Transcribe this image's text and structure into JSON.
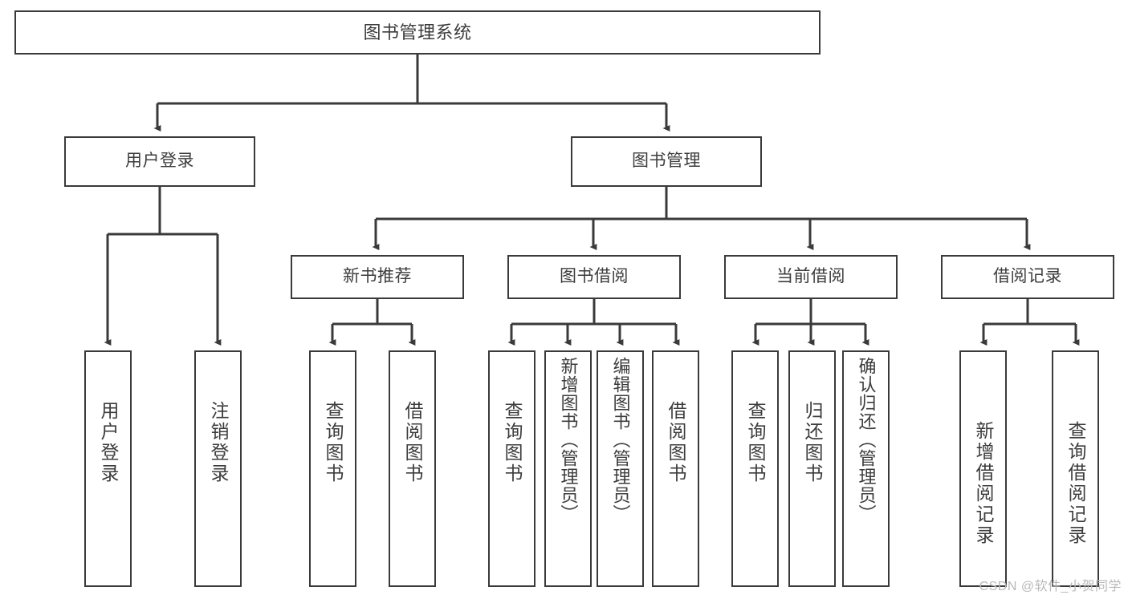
{
  "diagram": {
    "title": "图书管理系统",
    "type": "tree",
    "root": {
      "label": "图书管理系统"
    },
    "level2": [
      {
        "id": "user-login",
        "label": "用户登录"
      },
      {
        "id": "book-manage",
        "label": "图书管理"
      }
    ],
    "level3": [
      {
        "id": "new-book-recommend",
        "label": "新书推荐"
      },
      {
        "id": "book-borrow",
        "label": "图书借阅"
      },
      {
        "id": "current-borrow",
        "label": "当前借阅"
      },
      {
        "id": "borrow-record",
        "label": "借阅记录"
      }
    ],
    "leaves": {
      "user_login": [
        {
          "id": "leaf-user-login",
          "label": "用户登录"
        },
        {
          "id": "leaf-logout-login",
          "label": "注销登录"
        }
      ],
      "new_book_recommend": [
        {
          "id": "leaf-query-book-1",
          "label": "查询图书"
        },
        {
          "id": "leaf-borrow-book-1",
          "label": "借阅图书"
        }
      ],
      "book_borrow": [
        {
          "id": "leaf-query-book-2",
          "label": "查询图书"
        },
        {
          "id": "leaf-add-book",
          "label": "新增图书（管理员）"
        },
        {
          "id": "leaf-edit-book",
          "label": "编辑图书（管理员）"
        },
        {
          "id": "leaf-borrow-book-2",
          "label": "借阅图书"
        }
      ],
      "current_borrow": [
        {
          "id": "leaf-query-book-3",
          "label": "查询图书"
        },
        {
          "id": "leaf-return-book",
          "label": "归还图书"
        },
        {
          "id": "leaf-confirm-return",
          "label": "确认归还（管理员）"
        }
      ],
      "borrow_record": [
        {
          "id": "leaf-add-borrow-record",
          "label": "新增借阅记录"
        },
        {
          "id": "leaf-query-borrow-record",
          "label": "查询借阅记录"
        }
      ]
    }
  },
  "watermark": {
    "text": "CSDN @软件_小贺同学"
  },
  "colors": {
    "stroke": "#3a3a3a",
    "text": "#3c3c3c",
    "background": "#ffffff",
    "watermark": "#b9b9b9"
  }
}
